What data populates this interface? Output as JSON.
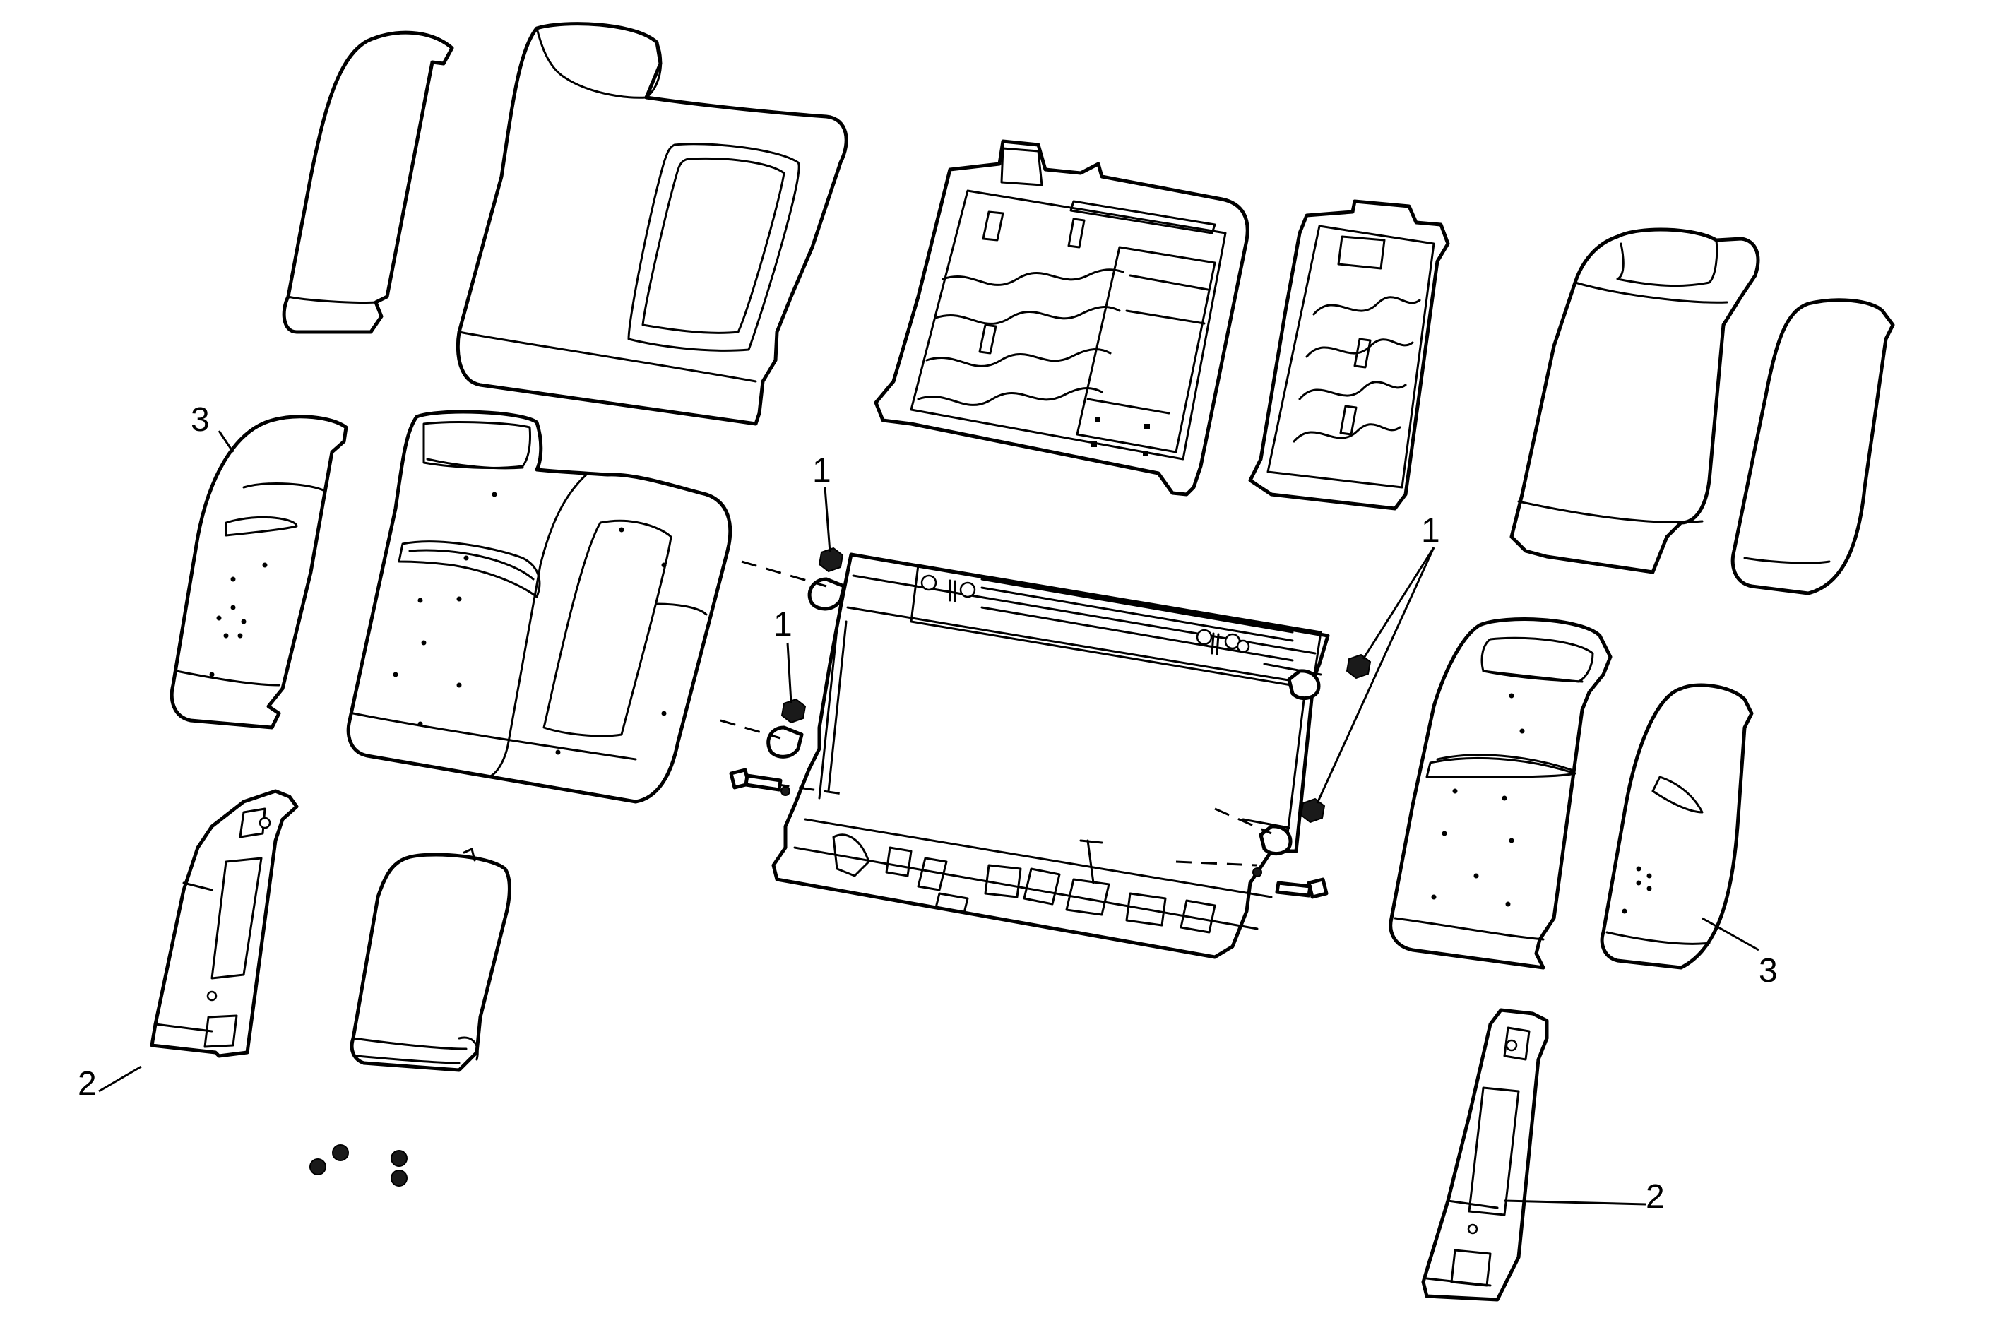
{
  "callouts": [
    {
      "id": "c1a",
      "text": "1"
    },
    {
      "id": "c1b",
      "text": "1"
    },
    {
      "id": "c1c",
      "text": "1"
    },
    {
      "id": "c2a",
      "text": "2"
    },
    {
      "id": "c2b",
      "text": "2"
    },
    {
      "id": "c3a",
      "text": "3"
    },
    {
      "id": "c3b",
      "text": "3"
    }
  ],
  "parts": [
    "left-backrest-side-cover",
    "left-backrest-cover",
    "center-backrest-frame",
    "right-backrest-frame",
    "right-backrest-cover",
    "right-backrest-side-cover",
    "left-bolster-pad",
    "left-backrest-pad",
    "seat-frame",
    "right-backrest-pad",
    "right-bolster-pad",
    "left-bolster-trim-panel",
    "armrest",
    "right-bolster-trim-panel",
    "retainer-clips"
  ],
  "colors": {
    "line": "#000000",
    "background": "#ffffff"
  }
}
